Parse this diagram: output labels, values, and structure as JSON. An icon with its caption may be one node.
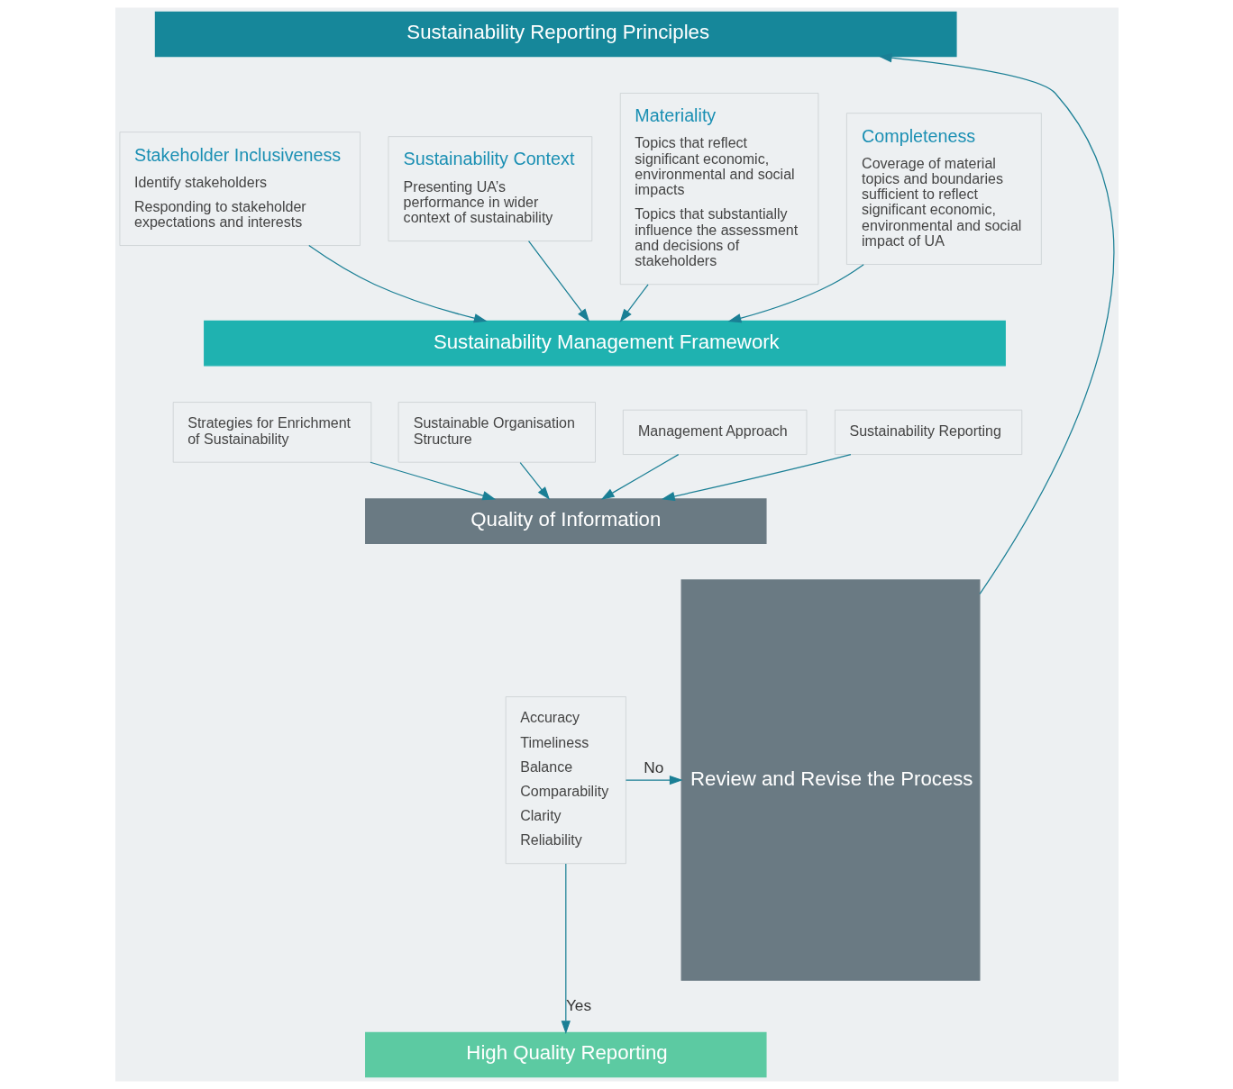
{
  "diagram": {
    "nodes": [
      {
        "text": [
          "Sustainability Reporting Principles"
        ]
      },
      {
        "text": [
          "Stakeholder Inclusiveness",
          "Identify stakeholders",
          "Responding to stakeholder expectations and interests"
        ]
      },
      {
        "text": [
          "Sustainability Context",
          "Presenting UA’s performance in wider context of sustainability"
        ]
      },
      {
        "text": [
          "Materiality",
          "Topics that reflect significant economic, environmental and social impacts",
          "Topics that substantially influence the assessment and decisions of stakeholders"
        ]
      },
      {
        "text": [
          "Completeness",
          "Coverage of material topics and boundaries sufficient to reflect significant economic, environmental and social impact of UA"
        ]
      },
      {
        "text": [
          "Sustainability Management Framework"
        ]
      },
      {
        "text": [
          "Strategies for Enrichment of Sustainability"
        ]
      },
      {
        "text": [
          "Sustainable Organisation Structure"
        ]
      },
      {
        "text": [
          "Management Approach"
        ]
      },
      {
        "text": [
          "Sustainability Reporting"
        ]
      },
      {
        "text": [
          "Quality of Information"
        ]
      },
      {
        "text": [
          "Accuracy",
          "Timeliness",
          "Balance",
          "Comparability",
          "Clarity",
          "Reliability"
        ]
      },
      {
        "text": [
          "High Quality Reporting"
        ]
      },
      {
        "text": [
          "Review and Revise the Process"
        ]
      }
    ],
    "edges": [
      {
        "from": 1,
        "to": 5,
        "arrow": "to"
      },
      {
        "from": 2,
        "to": 5,
        "arrow": "to"
      },
      {
        "from": 3,
        "to": 5,
        "arrow": "to"
      },
      {
        "from": 4,
        "to": 5,
        "arrow": "to"
      },
      {
        "from": 6,
        "to": 10,
        "arrow": "to"
      },
      {
        "from": 7,
        "to": 10,
        "arrow": "to"
      },
      {
        "from": 8,
        "to": 10,
        "arrow": "to"
      },
      {
        "from": 9,
        "to": 10,
        "arrow": "to"
      },
      {
        "from": 11,
        "to": 12,
        "arrow": "to",
        "label": "Yes"
      },
      {
        "from": 11,
        "to": 13,
        "arrow": "to",
        "label": "No"
      },
      {
        "from": 13,
        "to": 0,
        "arrow": "to"
      }
    ]
  }
}
